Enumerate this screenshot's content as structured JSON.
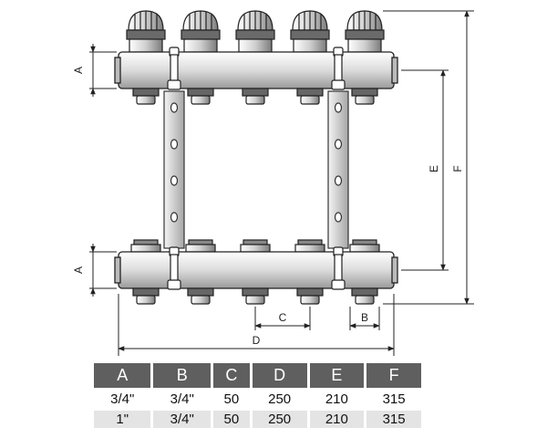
{
  "dimensions": {
    "a_top": "A",
    "a_bottom": "A",
    "b": "B",
    "c": "C",
    "d": "D",
    "e": "E",
    "f": "F"
  },
  "outlet_count": 5,
  "table": {
    "headers": [
      "A",
      "B",
      "C",
      "D",
      "E",
      "F"
    ],
    "rows": [
      [
        "3/4\"",
        "3/4\"",
        "50",
        "250",
        "210",
        "315"
      ],
      [
        "1\"",
        "3/4\"",
        "50",
        "250",
        "210",
        "315"
      ]
    ]
  }
}
